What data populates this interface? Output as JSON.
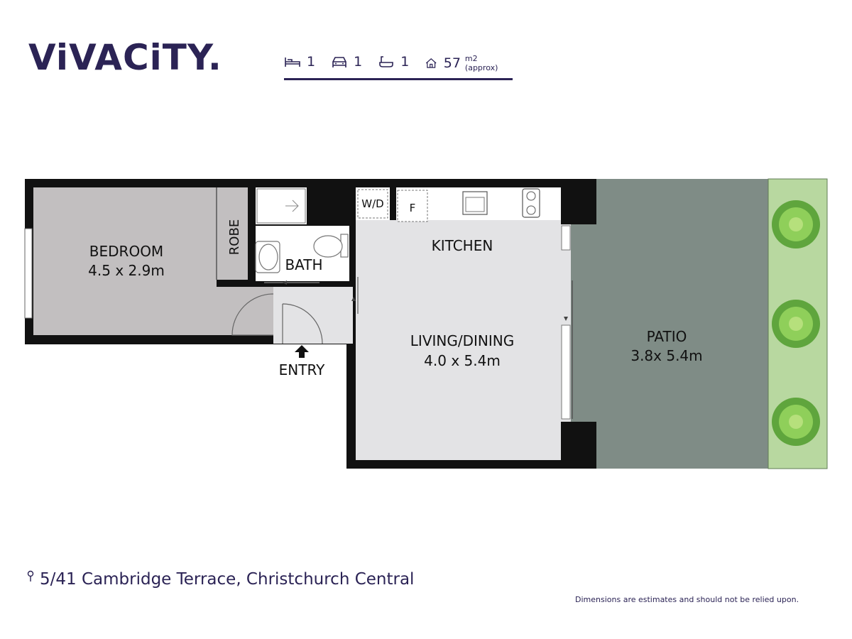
{
  "brand": {
    "logo_text": "ViVACiTY."
  },
  "stats": [
    {
      "icon": "bed-icon",
      "value": "1"
    },
    {
      "icon": "car-icon",
      "value": "1"
    },
    {
      "icon": "bath-icon",
      "value": "1"
    },
    {
      "icon": "house-icon",
      "value": "57",
      "unit": "m2 (approx)"
    }
  ],
  "rooms": {
    "bedroom": {
      "name": "BEDROOM",
      "size": "4.5 x 2.9m"
    },
    "robe": {
      "name": "ROBE"
    },
    "bath": {
      "name": "BATH"
    },
    "wd": {
      "name": "W/D"
    },
    "fridge": {
      "name": "F"
    },
    "kitchen": {
      "name": "KITCHEN"
    },
    "living": {
      "name": "LIVING/DINING",
      "size": "4.0 x 5.4m"
    },
    "patio": {
      "name": "PATIO",
      "size": "3.8x 5.4m"
    },
    "entry": {
      "name": "ENTRY"
    }
  },
  "address": "5/41 Cambridge Terrace, Christchurch Central",
  "disclaimer": "Dimensions are estimates and should not be relied upon.",
  "colors": {
    "brand": "#2b2355",
    "wall": "#111111",
    "bedroom": "#c2bfc0",
    "living": "#e3e3e5",
    "patio": "#7f8c86",
    "garden": "#b8d8a0"
  }
}
